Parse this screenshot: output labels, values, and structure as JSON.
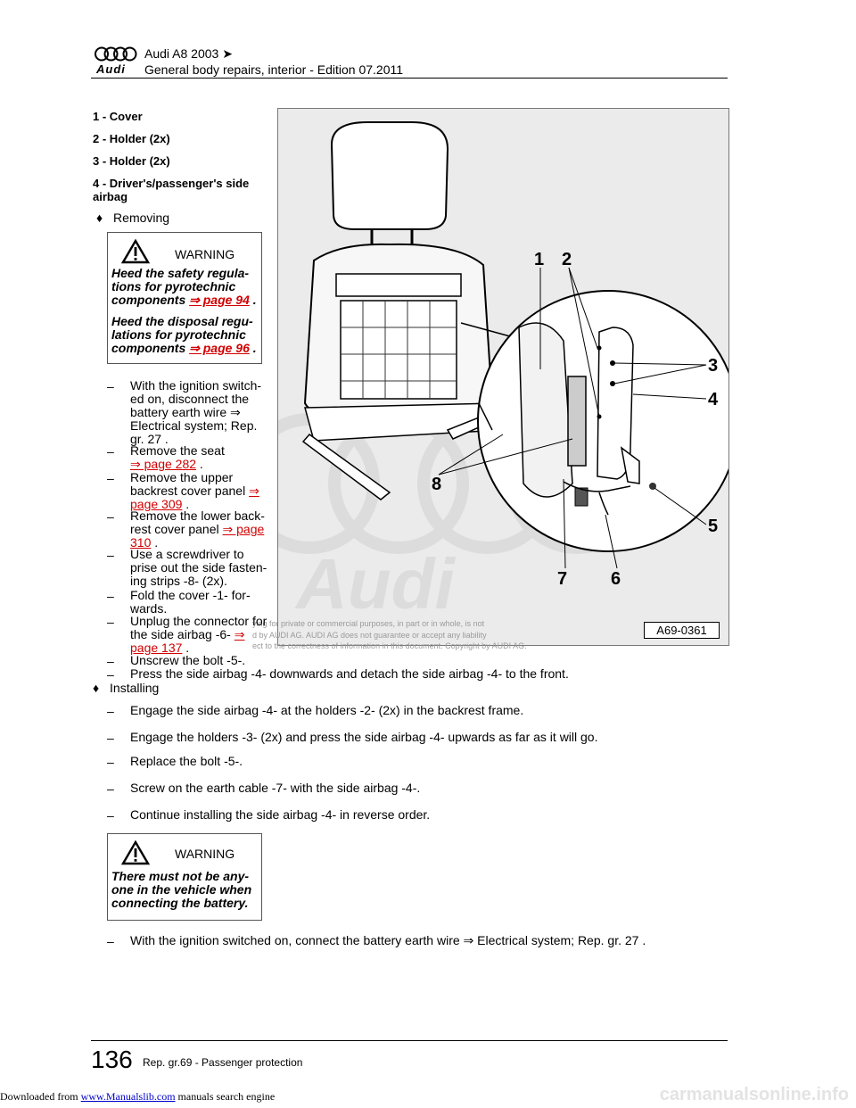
{
  "header": {
    "model": "Audi A8 2003",
    "model_arrow": "➤",
    "brand": "Audi",
    "subtitle": "General body repairs, interior - Edition 07.2011"
  },
  "components": [
    "1 - Cover",
    "2 - Holder (2x)",
    "3 - Holder (2x)",
    "4 - Driver's/passenger's side airbag"
  ],
  "removing": {
    "bullet": "♦",
    "label": "Removing"
  },
  "warning1": {
    "title": "WARNING",
    "item1_text": "Heed the safety regula-tions for pyrotechnic components",
    "item1_link": "⇒ page 94",
    "item2_text": "Heed the disposal regu-lations for pyrotechnic components",
    "item2_link": "⇒ page 96",
    "end": "."
  },
  "remove_steps": {
    "s1": "With the ignition switch-ed on, disconnect the battery earth wire ⇒ Electrical system; Rep. gr. 27 .",
    "s2_text": "Remove the seat",
    "s2_link": "⇒ page 282",
    "s3_text": "Remove the upper backrest cover panel",
    "s3_link": "⇒ page 309",
    "s4_text": "Remove the lower back-rest cover panel",
    "s4_link": "⇒ page 310",
    "s5": "Use a screwdriver to prise out the side fasten-ing strips -8- (2x).",
    "s6": "Fold the cover -1- for-wards.",
    "s7_text": "Unplug the connector for the side airbag -6-",
    "s7_link": "⇒ page 137",
    "s8": "Unscrew the bolt -5-.",
    "s9": "Press the side airbag -4- downwards and detach the side airbag -4- to the front.",
    "dash": "–",
    "end": "."
  },
  "installing": {
    "bullet": "♦",
    "label": "Installing",
    "steps": [
      "Engage the side airbag -4- at the holders -2- (2x) in the backrest frame.",
      "Engage the holders -3- (2x) and press the side airbag -4- upwards as far as it will go.",
      "Replace the bolt -5-.",
      "Screw on the earth cable -7- with the side airbag -4-.",
      "Continue installing the side airbag -4- in reverse order."
    ]
  },
  "warning2": {
    "title": "WARNING",
    "text": "There must not be any-one in the vehicle when connecting the battery."
  },
  "final_step": "With the ignition switched on, connect the battery earth wire ⇒  Electrical system; Rep. gr.  27 .",
  "figure": {
    "code": "A69-0361",
    "callouts": [
      "1",
      "2",
      "3",
      "4",
      "5",
      "6",
      "7",
      "8"
    ]
  },
  "copyright": {
    "line1": "ying for private or commercial purposes, in part or in whole, is not",
    "line2": "d by AUDI AG. AUDI AG does not guarantee or accept any liability",
    "line3": "ect to the correctness of information in this document. Copyright by AUDI AG."
  },
  "footer": {
    "page_number": "136",
    "section": "Rep. gr.69 - Passenger protection"
  },
  "download_bar": {
    "prefix": "Downloaded from",
    "link": "www.Manualslib.com",
    "suffix": "manuals search engine",
    "watermark": "carmanualsonline.info"
  },
  "colors": {
    "link": "#d10000",
    "figure_bg": "#ebebeb"
  }
}
